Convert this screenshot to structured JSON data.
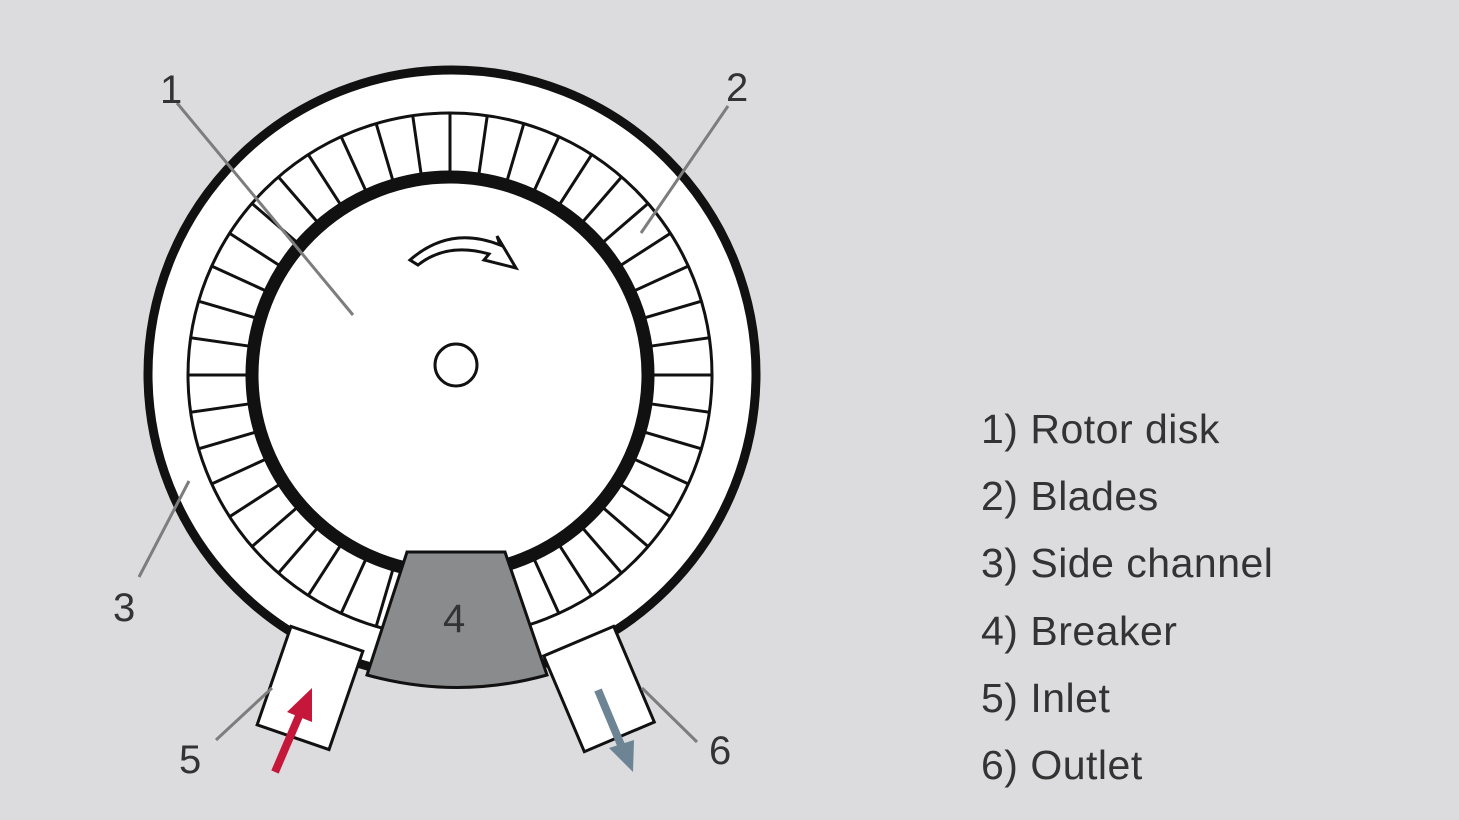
{
  "diagram": {
    "callouts": [
      "1",
      "2",
      "3",
      "4",
      "5",
      "6"
    ]
  },
  "legend": {
    "items": [
      "1) Rotor disk",
      "2) Blades",
      "3) Side channel",
      "4) Breaker",
      "5) Inlet",
      "6) Outlet"
    ]
  },
  "colors": {
    "background": "#dcdcde",
    "outline": "#111111",
    "breaker": "#8a8b8d",
    "leader": "#7d7d7d",
    "inlet_arrow": "#c4173a",
    "outlet_arrow": "#6c8494",
    "text": "#333333"
  },
  "icons": {
    "rotation": "curved-arrow-clockwise-icon",
    "inlet": "arrow-up-right-icon",
    "outlet": "arrow-down-right-icon"
  }
}
